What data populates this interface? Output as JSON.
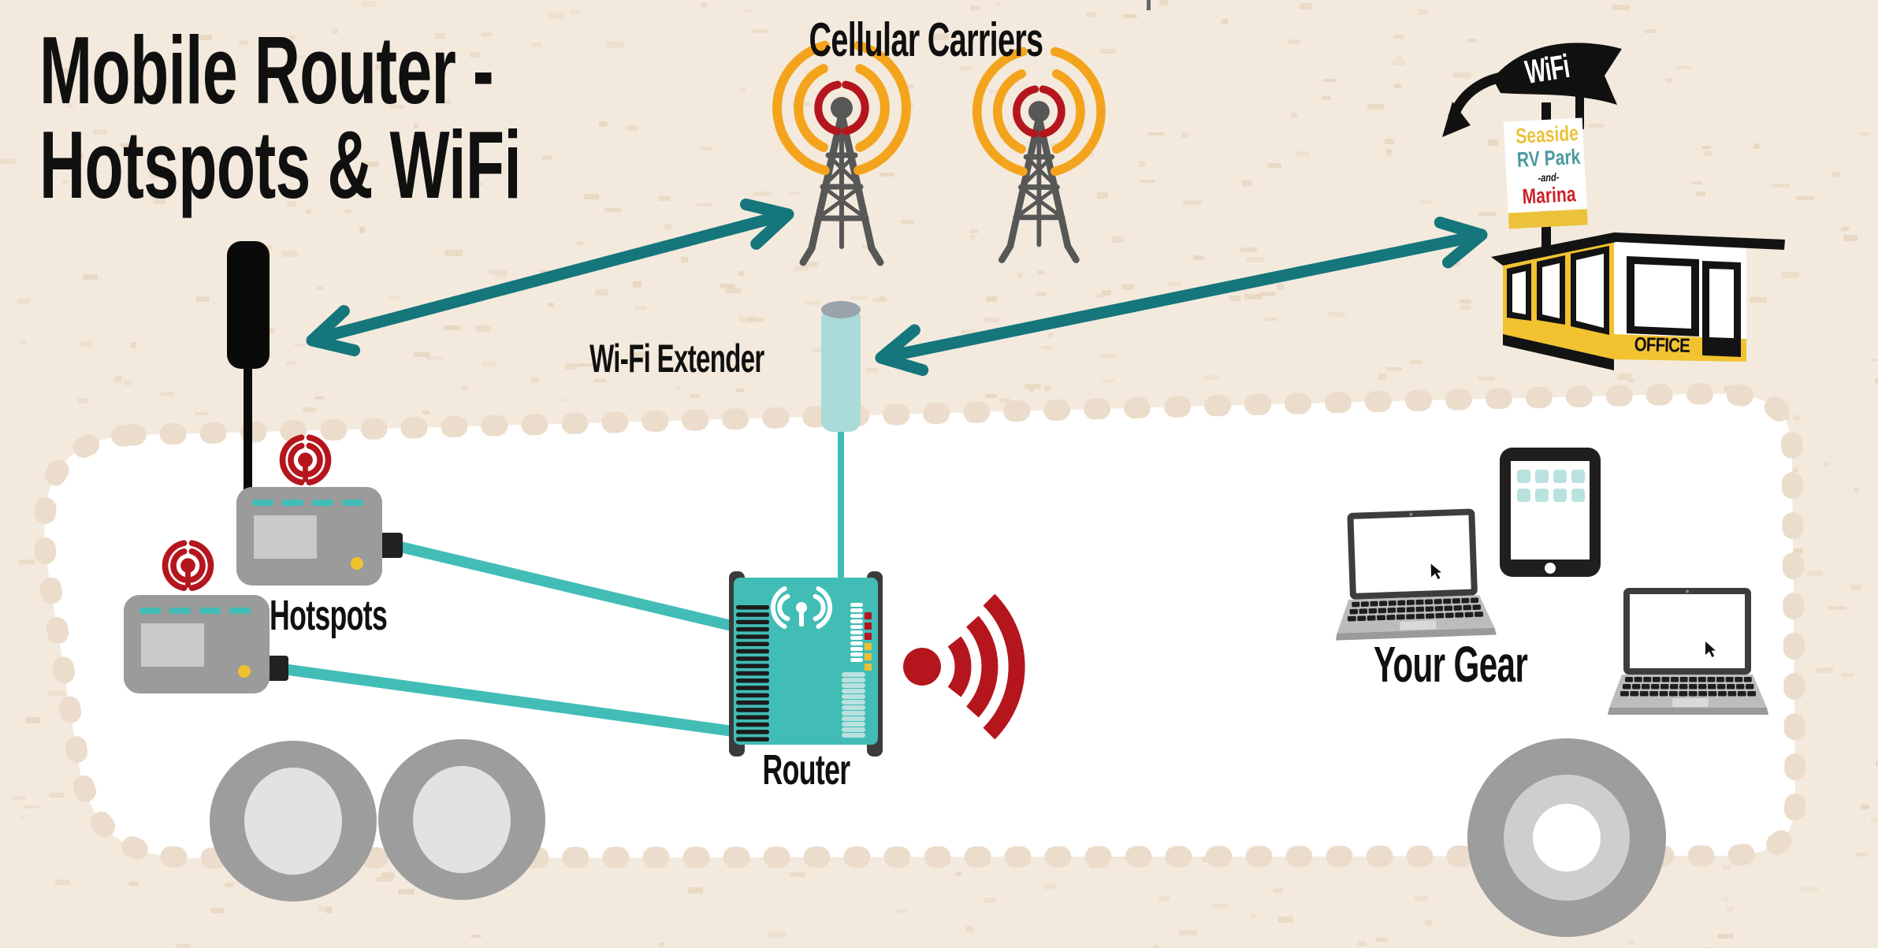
{
  "title": {
    "line1": "Mobile Router -",
    "line2": "Hotspots & WiFi"
  },
  "labels": {
    "cellular_carriers": "Cellular Carriers",
    "wifi_extender": "Wi-Fi Extender",
    "hotspots": "Hotspots",
    "router": "Router",
    "your_gear": "Your Gear"
  },
  "park_sign": {
    "flag_text": "WiFi",
    "line1": "Seaside",
    "line2": "RV Park",
    "line3": "-and-",
    "line4": "Marina",
    "office_label": "OFFICE"
  },
  "icons": {
    "cell_tower": "lattice-tower-with-red-and-orange-signal-arcs",
    "hotspot_signal": "red-broadcast-signal-icon",
    "external_antenna": "black-roof-antenna",
    "wifi_extender": "teal-cylinder-extender",
    "router_wifi": "white-wifi-antenna-glyph",
    "router_signal": "red-wifi-waves-pointing-right",
    "wifi_flag": "black-flag-with-arrow",
    "office_building": "yellow-rv-park-office-kiosk",
    "laptop": "laptop-with-cursor",
    "tablet": "tablet-with-app-icons",
    "wheel": "rv-wheel",
    "connection_arrow": "teal-double-headed-arrow",
    "cable": "teal-ethernet-cable"
  },
  "colors": {
    "bg": "#f3eadd",
    "speckle": "#e6d4bd",
    "ink": "#101010",
    "teal_arrow": "#15767c",
    "teal_device": "#41bdb6",
    "teal_light": "#b9e2df",
    "red": "#b5161d",
    "orange": "#f4a41c",
    "yellow": "#f0c12f",
    "sign_yellow": "#ecc23b",
    "sign_teal": "#4d99a1",
    "sign_red": "#cc2127",
    "building_yellow": "#f2c231",
    "device_gray": "#9b9b9b",
    "device_screen": "#cacaca",
    "wheel_gray": "#9d9d9d",
    "wheel_inner": "#e2e2e2",
    "rv_white": "#ffffff",
    "scallop": "#ecdccb",
    "rail_dark": "#3b3b3b",
    "tower_gray": "#575757"
  }
}
